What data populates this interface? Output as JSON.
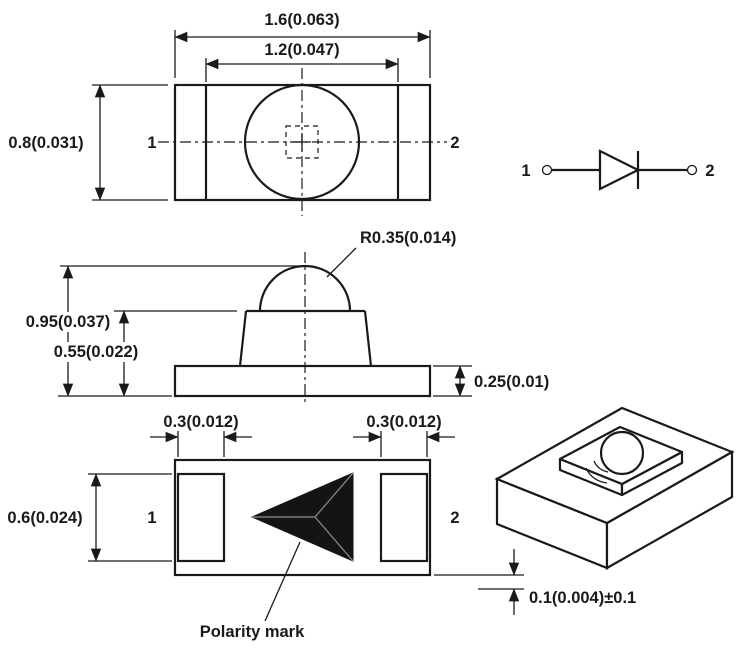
{
  "meta": {
    "background": "#ffffff",
    "line_color": "#1a1a1a"
  },
  "top_view": {
    "dim_outer_width": "1.6(0.063)",
    "dim_inner_width": "1.2(0.047)",
    "dim_height": "0.8(0.031)",
    "pin_left": "1",
    "pin_right": "2"
  },
  "schematic": {
    "pin_left": "1",
    "pin_right": "2"
  },
  "side_view": {
    "dim_lens_radius": "R0.35(0.014)",
    "dim_total_height": "0.95(0.037)",
    "dim_body_height": "0.55(0.022)",
    "dim_base_height": "0.25(0.01)"
  },
  "bottom_view": {
    "dim_pad_width_left": "0.3(0.012)",
    "dim_pad_width_right": "0.3(0.012)",
    "dim_pad_height": "0.6(0.024)",
    "pin_left": "1",
    "pin_right": "2",
    "polarity_label": "Polarity mark",
    "dim_terminal_thickness": "0.1(0.004)±0.1"
  }
}
